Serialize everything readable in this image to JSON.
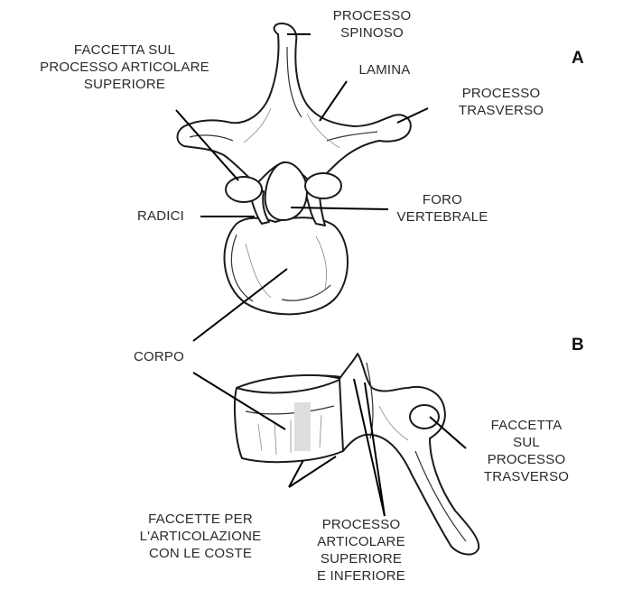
{
  "figure": {
    "panel_a": {
      "letter": "A",
      "labels": {
        "processo_spinoso": "PROCESSO\nSPINOSO",
        "faccetta_superiore": "FACCETTA SUL\nPROCESSO ARTICOLARE\nSUPERIORE",
        "lamina": "LAMINA",
        "processo_trasverso": "PROCESSO\nTRASVERSO",
        "radici": "RADICI",
        "foro_vertebrale": "FORO\nVERTEBRALE",
        "corpo": "CORPO"
      }
    },
    "panel_b": {
      "letter": "B",
      "labels": {
        "faccetta_trasverso": "FACCETTA\nSUL\nPROCESSO\nTRASVERSO",
        "faccette_coste": "FACCETTE PER\nL'ARTICOLAZIONE\nCON LE COSTE",
        "processo_articolare": "PROCESSO\nARTICOLARE\nSUPERIORE\nE INFERIORE"
      }
    }
  }
}
